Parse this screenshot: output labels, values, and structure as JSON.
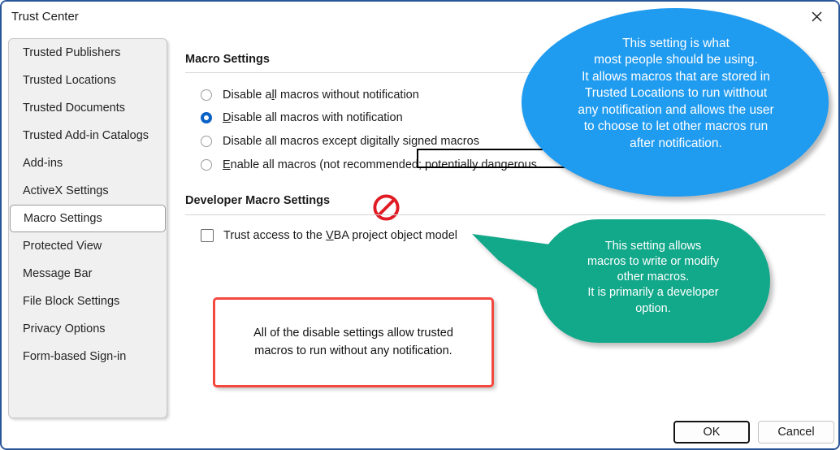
{
  "window": {
    "title": "Trust Center",
    "close_icon": "close-icon",
    "border_color": "#2a5699"
  },
  "sidebar": {
    "items": [
      {
        "label": "Trusted Publishers",
        "selected": false
      },
      {
        "label": "Trusted Locations",
        "selected": false
      },
      {
        "label": "Trusted Documents",
        "selected": false
      },
      {
        "label": "Trusted Add-in Catalogs",
        "selected": false
      },
      {
        "label": "Add-ins",
        "selected": false
      },
      {
        "label": "ActiveX Settings",
        "selected": false
      },
      {
        "label": "Macro Settings",
        "selected": true
      },
      {
        "label": "Protected View",
        "selected": false
      },
      {
        "label": "Message Bar",
        "selected": false
      },
      {
        "label": "File Block Settings",
        "selected": false
      },
      {
        "label": "Privacy Options",
        "selected": false
      },
      {
        "label": "Form-based Sign-in",
        "selected": false
      }
    ]
  },
  "main": {
    "macro_settings": {
      "heading": "Macro Settings",
      "options": [
        {
          "label": "Disable all macros without notification",
          "accel_before": "Disable a",
          "accel": "l",
          "accel_after": "l macros without notification",
          "checked": false,
          "highlighted": false,
          "blocked": false
        },
        {
          "label": "Disable all macros with notification",
          "accel_before": "",
          "accel": "D",
          "accel_after": "isable all macros with notification",
          "checked": true,
          "highlighted": true,
          "blocked": false
        },
        {
          "label": "Disable all macros except digitally signed macros",
          "accel_before": "Disable all macros except di",
          "accel": "g",
          "accel_after": "itally signed macros",
          "checked": false,
          "highlighted": false,
          "blocked": false
        },
        {
          "label": "Enable all macros (not recommended; potentially dangerous code can run)",
          "accel_before": "",
          "accel": "E",
          "accel_after": "nable all macros (not recommended; potentially dangerous",
          "checked": false,
          "highlighted": false,
          "blocked": true
        }
      ],
      "blocked_icon": "prohibition-icon"
    },
    "developer_macro_settings": {
      "heading": "Developer Macro Settings",
      "checkbox": {
        "accel_before": "Trust access to the ",
        "accel": "V",
        "accel_after": "BA project object model",
        "label": "Trust access to the VBA project object model",
        "checked": false
      }
    }
  },
  "annotations": {
    "blue_callout": {
      "text": "This setting is what\nmost people should be using.\nIt allows macros that are stored in\nTrusted Locations to run witthout\nany notification and allows the user\nto choose to let other macros run\nafter notification.",
      "color": "#1f9bf0"
    },
    "green_callout": {
      "text": "This setting allows\nmacros to write or modify\nother macros.\nIt is primarily a developer\noption.",
      "color": "#12a88a"
    },
    "red_box": {
      "text": "All of the disable settings allow trusted\nmacros to run without any notification.",
      "color": "#f4483f"
    }
  },
  "footer": {
    "ok_label": "OK",
    "cancel_label": "Cancel"
  }
}
